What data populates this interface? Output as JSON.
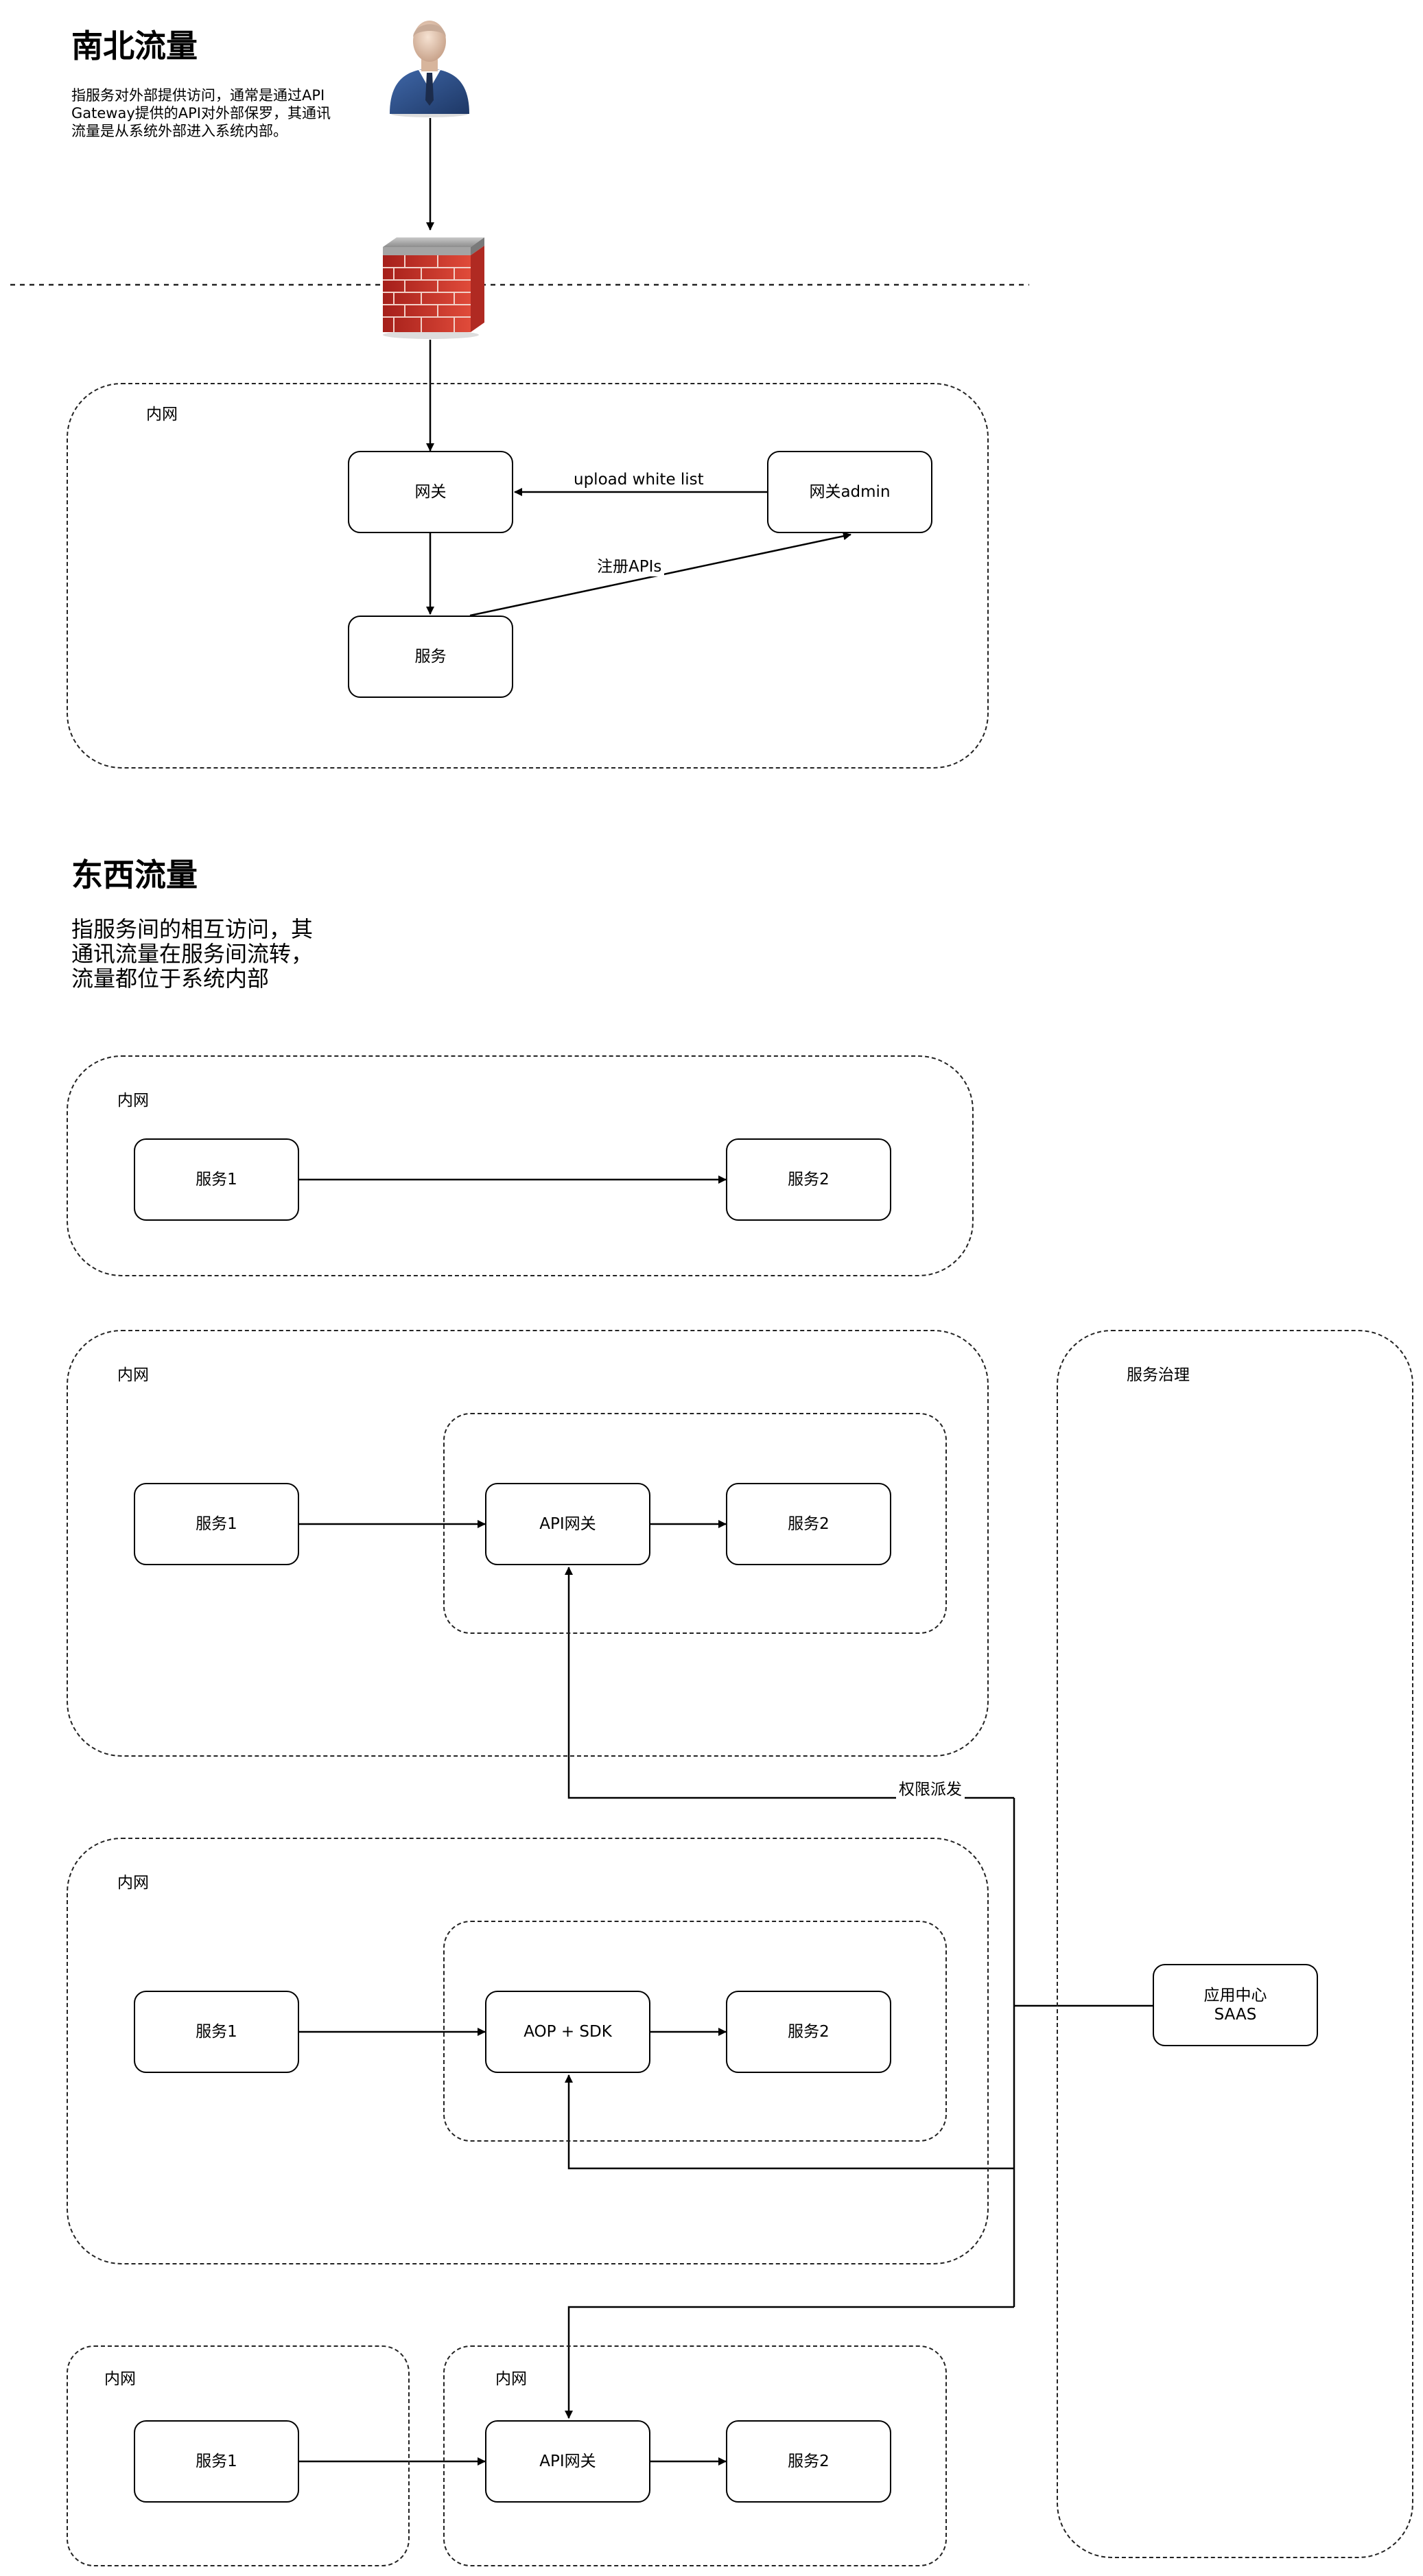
{
  "north_south": {
    "title": "南北流量",
    "description": "指服务对外部提供访问，通常是通过API Gateway提供的API对外部保罗，其通讯流量是从系统外部进入系统内部。",
    "region_label": "内网",
    "nodes": {
      "gateway": "网关",
      "gateway_admin": "网关admin",
      "service": "服务"
    },
    "edges": {
      "upload": "upload white list",
      "register": "注册APIs"
    }
  },
  "east_west": {
    "title": "东西流量",
    "description": "指服务间的相互访问，其通讯流量在服务间流转，流量都位于系统内部",
    "scenario1": {
      "region_label": "内网",
      "service1": "服务1",
      "service2": "服务2"
    },
    "scenario2": {
      "region_label": "内网",
      "service1": "服务1",
      "api_gateway": "API网关",
      "service2": "服务2"
    },
    "scenario3": {
      "region_label": "内网",
      "service1": "服务1",
      "aop_sdk": "AOP + SDK",
      "service2": "服务2"
    },
    "scenario4": {
      "left_region_label": "内网",
      "right_region_label": "内网",
      "service1": "服务1",
      "api_gateway": "API网关",
      "service2": "服务2"
    },
    "governance": {
      "region_label": "服务治理",
      "app_center_line1": "应用中心",
      "app_center_line2": "SAAS",
      "dispatch_label": "权限派发"
    }
  }
}
